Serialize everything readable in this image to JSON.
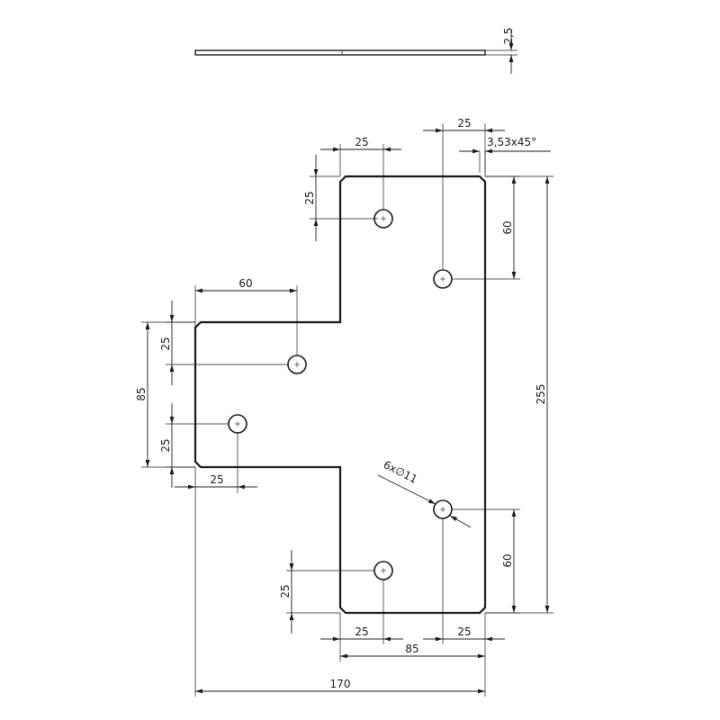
{
  "dimensions": {
    "thickness": "2,5",
    "top_hole_x": "25",
    "top_hole_y": "25",
    "right_hole_x": "25",
    "chamfer": "3,53x45°",
    "right_top_60": "60",
    "left_step_60": "60",
    "left_upper_25": "25",
    "left_height_85": "85",
    "left_lower_25": "25",
    "left_hole_x": "25",
    "total_height": "255",
    "hole_callout": "6x∅11",
    "right_bottom_60": "60",
    "bottom_hole_y": "25",
    "bottom_left_25": "25",
    "bottom_right_25": "25",
    "bottom_width_85": "85",
    "total_width": "170"
  }
}
